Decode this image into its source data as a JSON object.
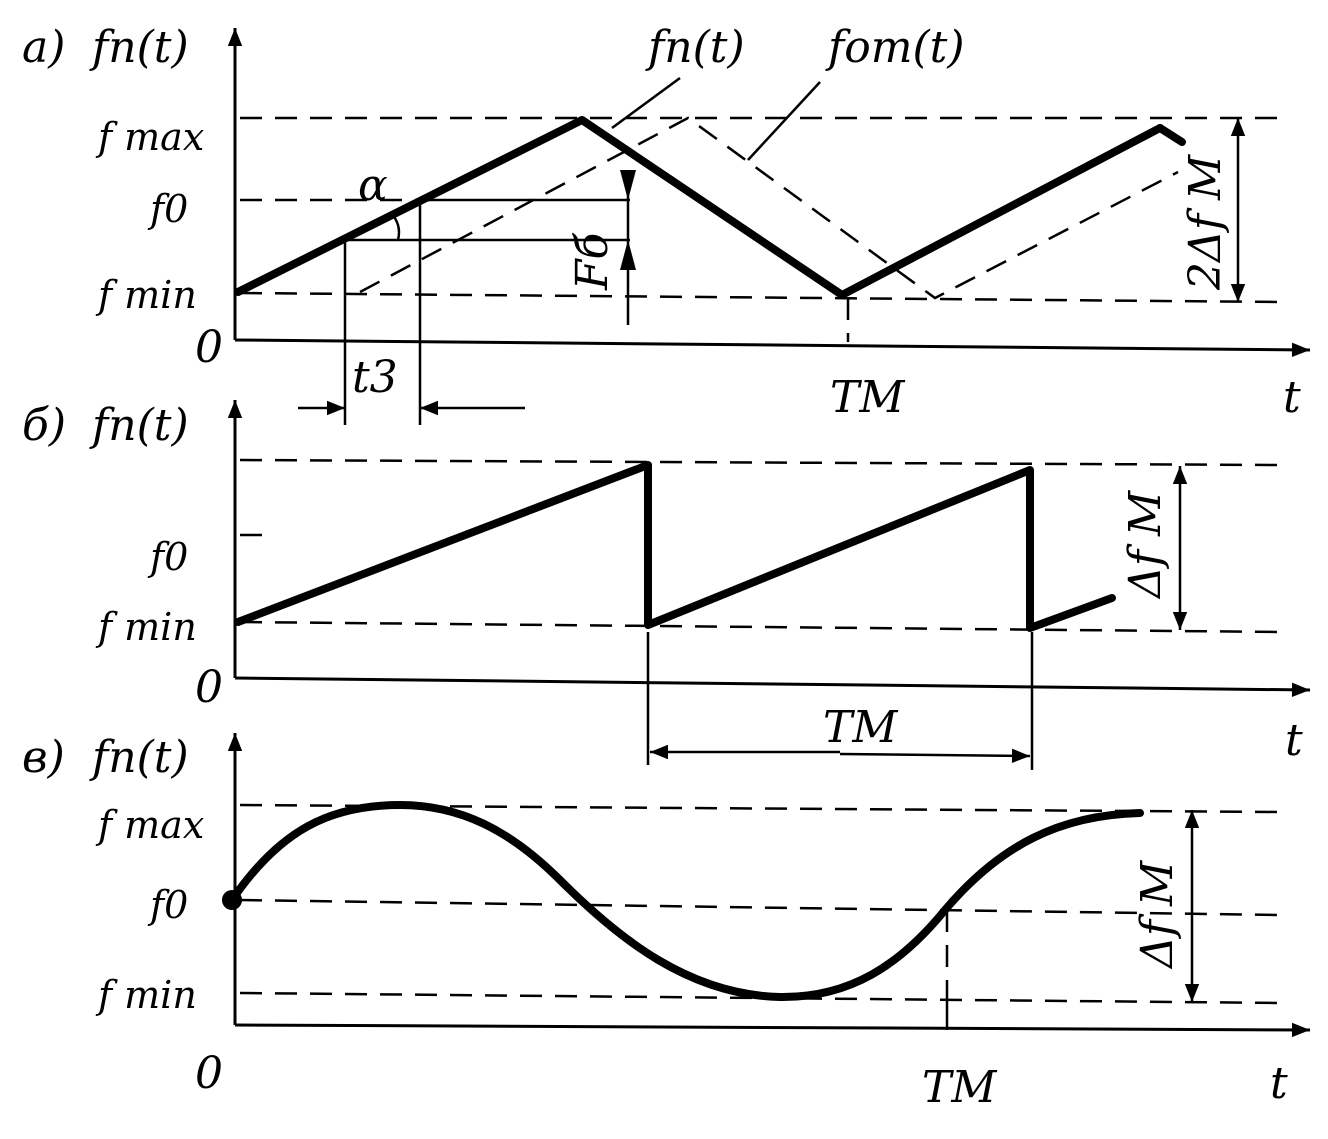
{
  "panels": {
    "a": {
      "marker": "a)",
      "y_axis_label": "fп(t)",
      "y_ticks": [
        "f max",
        "f0",
        "f min"
      ],
      "origin": "0",
      "x_axis_label": "t",
      "curve_labels": [
        "fп(t)",
        "fот(t)"
      ],
      "angle_label": "α",
      "beat_label": "Fб",
      "delay_label": "t3",
      "period_label": "TM",
      "deviation_label": "2Δf M"
    },
    "b": {
      "marker": "б)",
      "y_axis_label": "fп(t)",
      "y_ticks": [
        "f0",
        "f min"
      ],
      "origin": "0",
      "x_axis_label": "t",
      "period_label": "TM",
      "deviation_label": "Δf M"
    },
    "c": {
      "marker": "в)",
      "y_axis_label": "fп(t)",
      "y_ticks": [
        "f max",
        "f0",
        "f min"
      ],
      "origin": "0",
      "x_axis_label": "t",
      "period_label": "TM",
      "deviation_label": "Δf M"
    }
  }
}
